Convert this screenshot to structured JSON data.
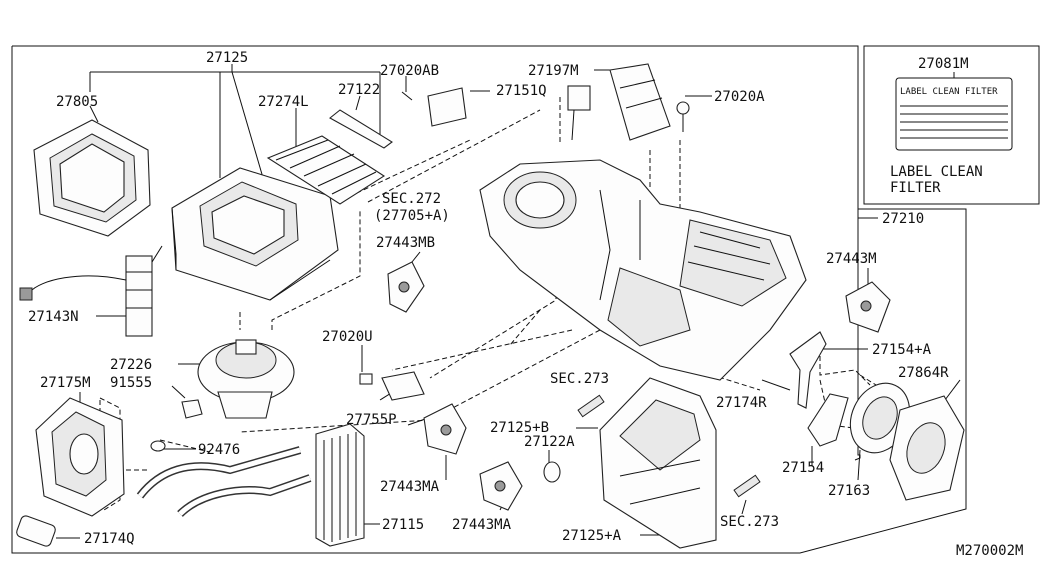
{
  "diagram_id": "M270002M",
  "labels": {
    "p27125": "27125",
    "p27805": "27805",
    "p27274L": "27274L",
    "p27122": "27122",
    "p27020AB": "27020AB",
    "p27197M": "27197M",
    "p27151Q": "27151Q",
    "p27020A": "27020A",
    "p27081M": "27081M",
    "sec272": "SEC.272",
    "sec272sub": "(27705+A)",
    "p27210": "27210",
    "p27443MB": "27443MB",
    "p27443M": "27443M",
    "p27143N": "27143N",
    "p27226": "27226",
    "p27020U": "27020U",
    "p27154A": "27154+A",
    "p27175M": "27175M",
    "p91555": "91555",
    "sec273a": "SEC.273",
    "p27864R": "27864R",
    "p27174R": "27174R",
    "p27755P": "27755P",
    "p27125B": "27125+B",
    "p92476": "92476",
    "p27122A": "27122A",
    "p27154": "27154",
    "p27443MA1": "27443MA",
    "p27163": "27163",
    "p27443MA2": "27443MA",
    "p27115": "27115",
    "p27125A": "27125+A",
    "sec273b": "SEC.273",
    "p27174Q": "27174Q"
  },
  "filter_label": {
    "sticker_text": "LABEL CLEAN FILTER",
    "caption_line1": "LABEL CLEAN",
    "caption_line2": "FILTER"
  }
}
